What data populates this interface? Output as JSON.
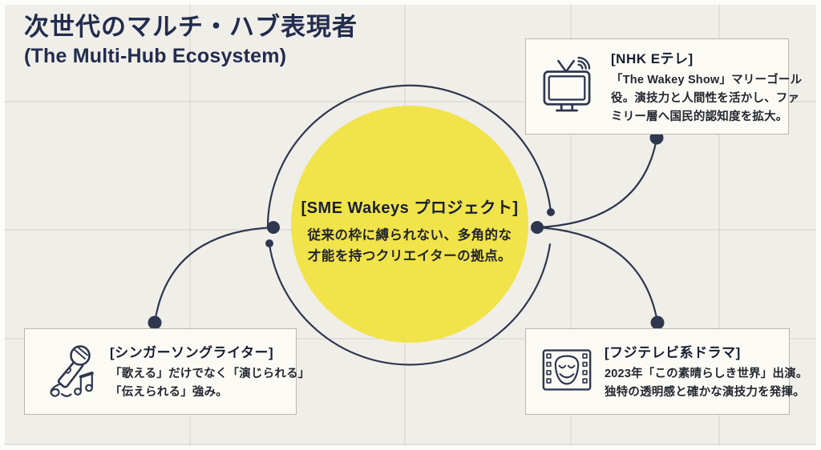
{
  "title": {
    "main": "次世代のマルチ・ハブ表現者",
    "sub": "(The Multi-Hub Ecosystem)"
  },
  "hub": {
    "heading": "[SME Wakeys プロジェクト]",
    "lines": [
      "従来の枠に縛られない、多角的な",
      "才能を持つクリエイターの拠点。"
    ]
  },
  "cards": {
    "nhk": {
      "icon": "tv-broadcast-icon",
      "heading": "[NHK Eテレ]",
      "lines": [
        "「The Wakey Show」マリーゴール",
        "役。演技力と人間性を活かし、ファ",
        "ミリー層へ国民的認知度を拡大。"
      ]
    },
    "singer": {
      "icon": "microphone-music-icon",
      "heading": "[シンガーソングライター]",
      "lines": [
        "「歌える」だけでなく「演じられる」",
        "「伝えられる」強み。"
      ]
    },
    "fuji": {
      "icon": "film-theater-mask-icon",
      "heading": "[フジテレビ系ドラマ]",
      "lines": [
        "2023年「この素晴らしき世界」出演。",
        "独特の透明感と確かな演技力を発揮。"
      ]
    }
  },
  "colors": {
    "background": "#f0eee8",
    "accent_yellow": "#f1e34a",
    "line_navy": "#2e374f",
    "title_navy": "#222c4e"
  }
}
